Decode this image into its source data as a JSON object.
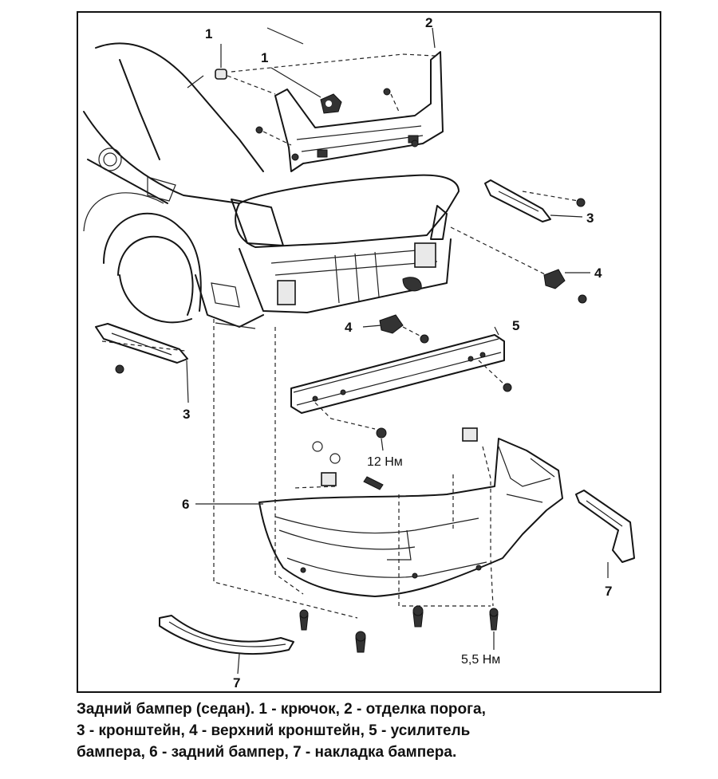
{
  "labels": {
    "p1a": "1",
    "p1b": "1",
    "p2": "2",
    "p3a": "3",
    "p3b": "3",
    "p4a": "4",
    "p4b": "4",
    "p5": "5",
    "p6": "6",
    "p7a": "7",
    "p7b": "7"
  },
  "torque": {
    "t1": "12 Нм",
    "t2": "5,5 Нм"
  },
  "caption": {
    "line1": "Задний бампер (седан). 1 - крючок, 2 - отделка порога,",
    "line2": "3 - кронштейн, 4 - верхний кронштейн, 5 - усилитель",
    "line3": "бампера, 6 - задний бампер, 7 - накладка бампера."
  }
}
